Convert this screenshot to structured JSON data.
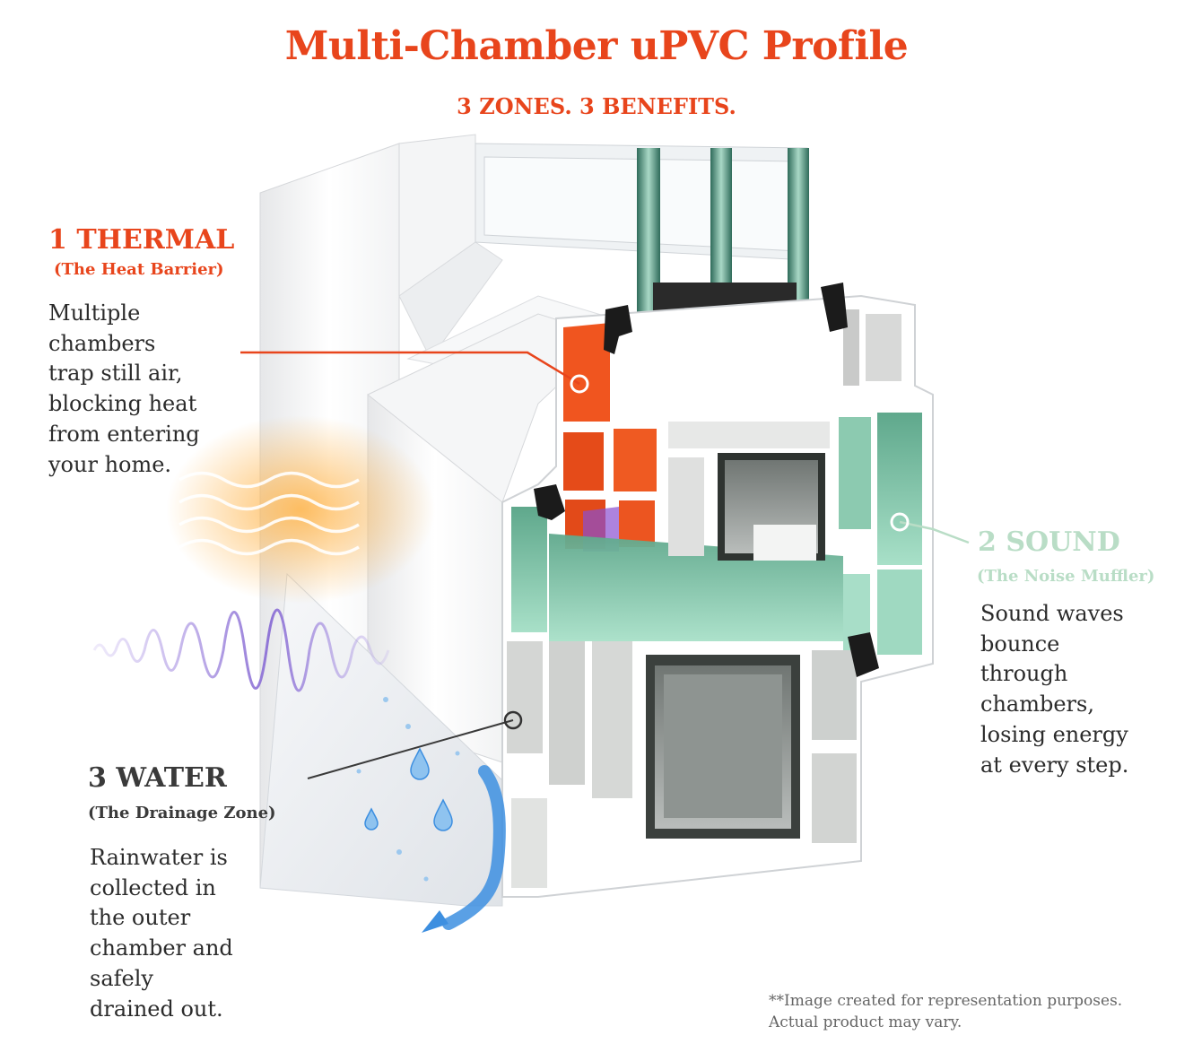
{
  "title": "Multi-Chamber uPVC Profile",
  "subtitle": "3 ZONES. 3 BENEFITS.",
  "colors": {
    "accent": "#e8451c",
    "sound": "#b9ddc6",
    "water": "#3a3a3a",
    "chamber_orange": "#f0551f",
    "chamber_green": "#7fc4a8",
    "water_blue": "#3d8fe0"
  },
  "zones": {
    "thermal": {
      "heading": "1 THERMAL",
      "sub": "(The Heat Barrier)",
      "lines": [
        "Multiple",
        "chambers",
        "trap still air,",
        "blocking heat",
        "from entering",
        "your home."
      ],
      "icon": "heat-waves-icon"
    },
    "sound": {
      "heading": "2 SOUND",
      "sub": "(The Noise Muffler)",
      "lines": [
        "Sound waves",
        "bounce",
        "through",
        "chambers,",
        "losing energy",
        "at every step."
      ],
      "icon": "sound-wave-icon"
    },
    "water": {
      "heading": "3 WATER",
      "sub": "(The Drainage Zone)",
      "lines": [
        "Rainwater is",
        "collected in",
        "the outer",
        "chamber and",
        "safely",
        "drained out."
      ],
      "icon": "water-drop-icon"
    }
  },
  "disclaimer": [
    "**Image created for representation purposes.",
    "Actual product may vary."
  ]
}
